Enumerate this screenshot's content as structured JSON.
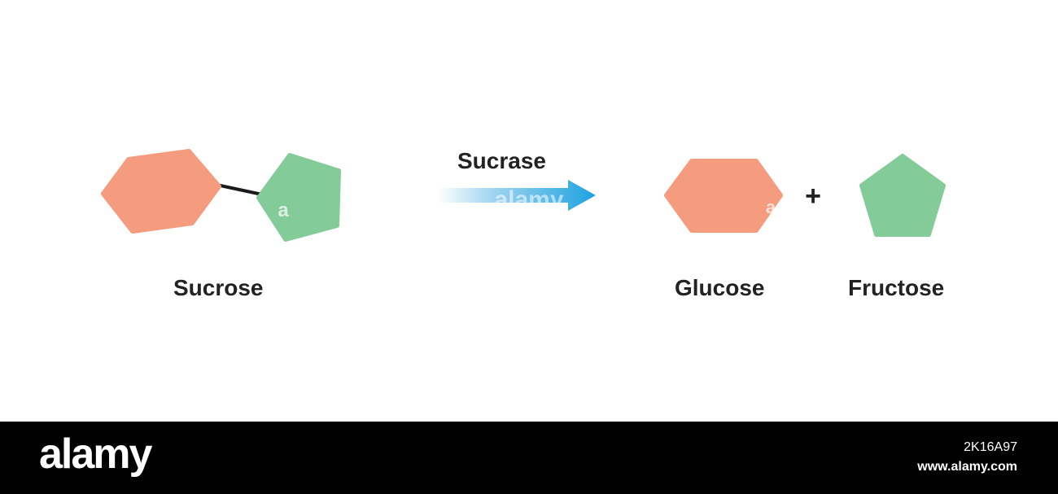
{
  "reaction": {
    "enzyme_label": "Sucrase",
    "plus_sign": "+",
    "substrate_label": "Sucrose",
    "product1_label": "Glucose",
    "product2_label": "Fructose"
  },
  "colors": {
    "glucose_hexagon": "#F59B7E",
    "fructose_pentagon": "#84CB9A",
    "arrow_start": "#FFFFFF",
    "arrow_end": "#1EA3E0",
    "bond": "#1A1A1A",
    "text": "#222222",
    "footer_bg": "#000000"
  },
  "watermark": {
    "brand": "alamy",
    "image_id": "2K16A97",
    "site": "www.alamy.com",
    "overlay_marks": [
      "alamy",
      "a",
      "a"
    ]
  }
}
